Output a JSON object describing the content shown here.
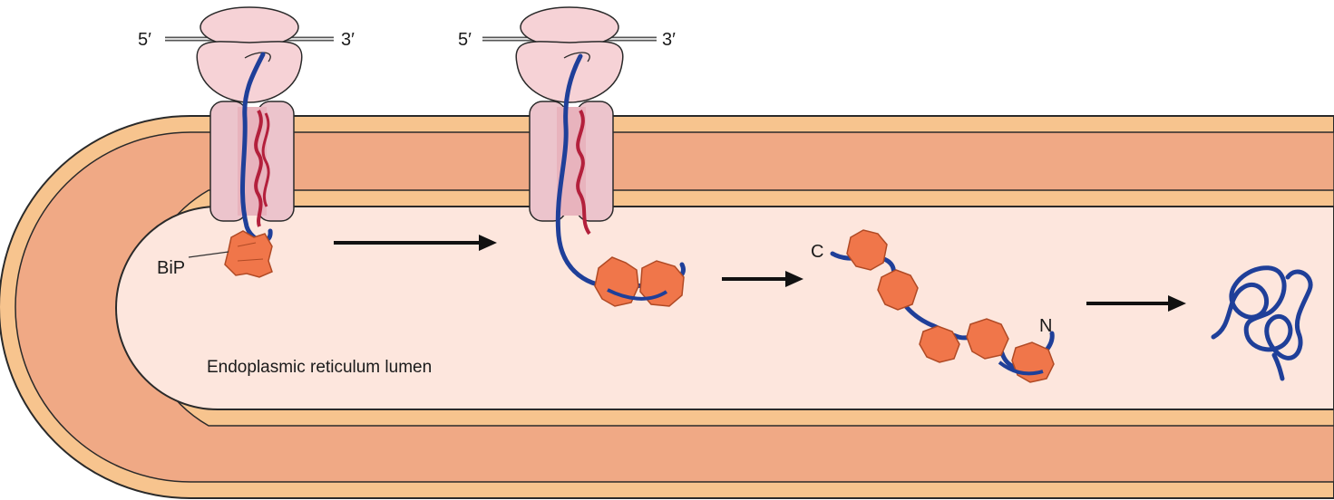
{
  "labels": {
    "mrna_1_five_prime": "5′",
    "mrna_1_three_prime": "3′",
    "mrna_2_five_prime": "5′",
    "mrna_2_three_prime": "3′",
    "bip": "BiP",
    "lumen": "Endoplasmic reticulum lumen",
    "c_terminus": "C",
    "n_terminus": "N"
  },
  "colors": {
    "membrane_outer": "#f7c48e",
    "membrane_core": "#f0a985",
    "lumen": "#fde6dd",
    "ribosome": "#f6d2d6",
    "translocon": "#ecc4cc",
    "polypeptide": "#1f3f99",
    "signal_chain": "#b3203c",
    "bip": "#f0764a",
    "outline": "#2a2a2a"
  },
  "icons": [
    "ribosome-icon",
    "translocon-icon",
    "bip-chaperone-icon",
    "arrow-right-icon",
    "folded-protein-icon"
  ]
}
